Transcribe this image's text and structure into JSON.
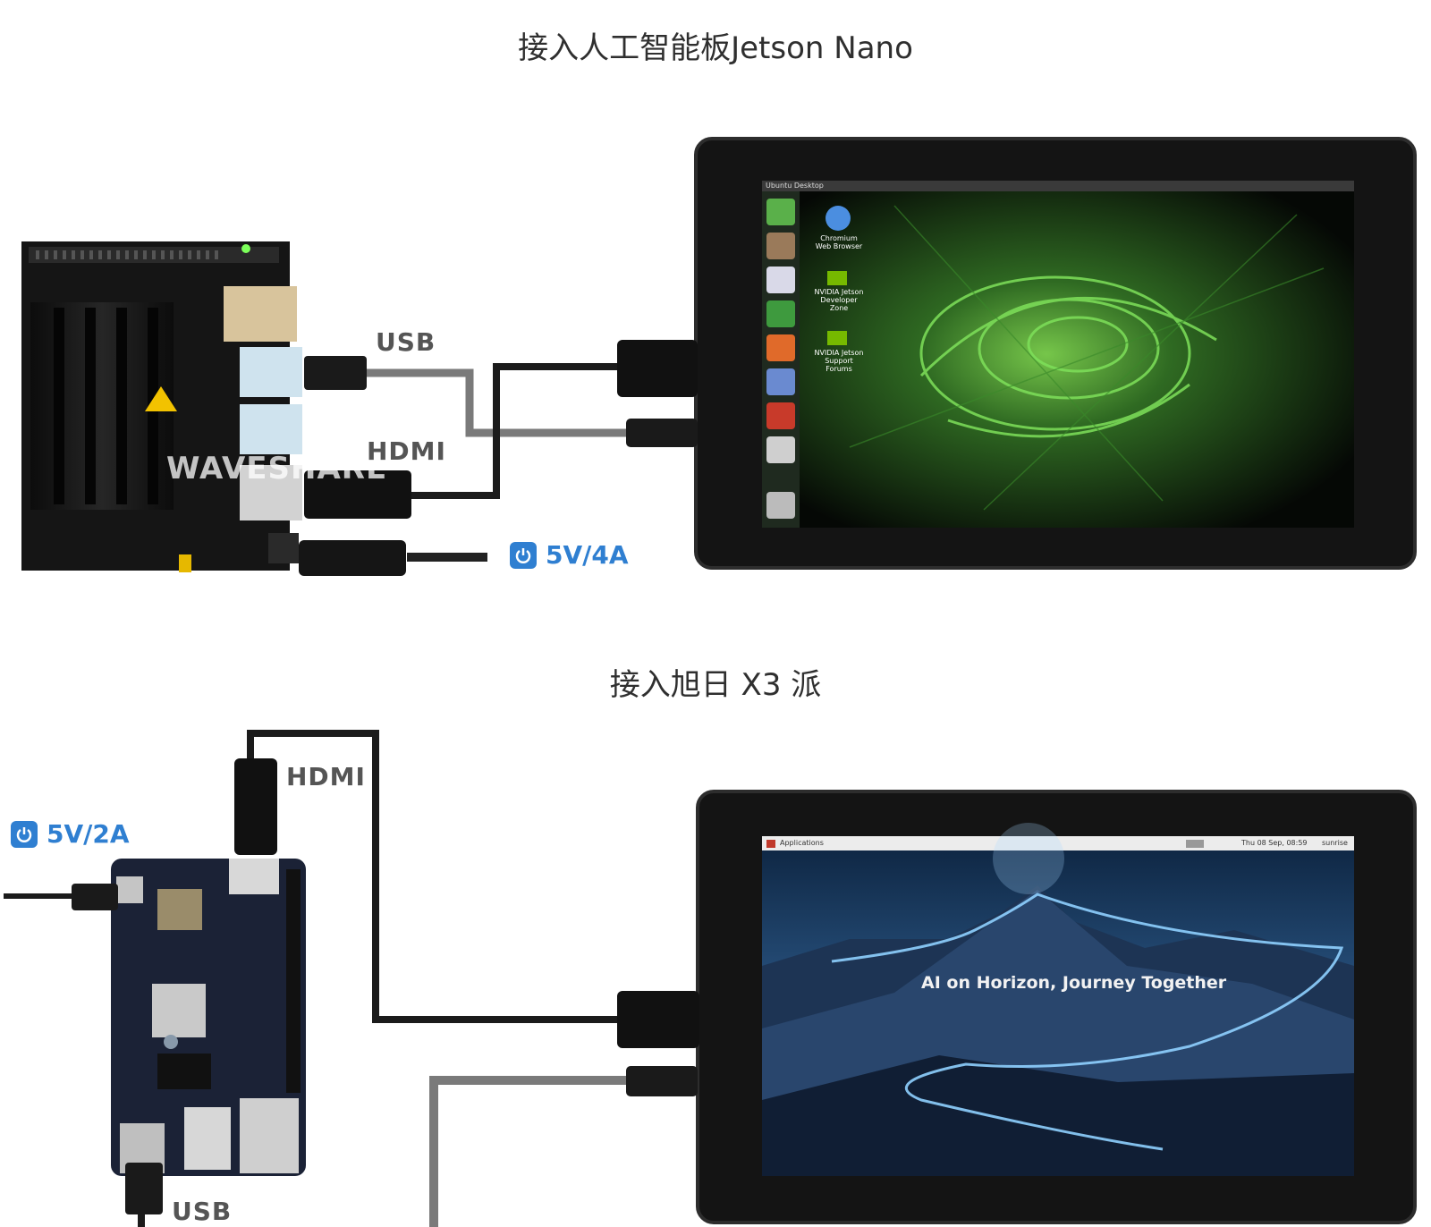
{
  "sections": [
    {
      "title": "接入人工智能板Jetson Nano",
      "labels": {
        "usb": "USB",
        "hdmi": "HDMI"
      },
      "power": "5V/4A",
      "board_watermark": "WAVESHARE",
      "screen": {
        "topbar_title": "Ubuntu Desktop",
        "desktop_icons": [
          "Chromium Web Browser",
          "NVIDIA Jetson Developer Zone",
          "NVIDIA Jetson Support Forums"
        ]
      }
    },
    {
      "title": "接入旭日 X3 派",
      "labels": {
        "hdmi": "HDMI",
        "usb": "USB"
      },
      "power": "5V/2A",
      "screen": {
        "topbar_title": "Applications",
        "topbar_time": "Thu 08 Sep, 08:59",
        "topbar_user": "sunrise",
        "slogan": "AI on Horizon, Journey Together"
      }
    }
  ],
  "colors": {
    "power_accent": "#2f7fd1",
    "cable_dark": "#1b1b1b",
    "cable_grey": "#7a7a7a"
  }
}
